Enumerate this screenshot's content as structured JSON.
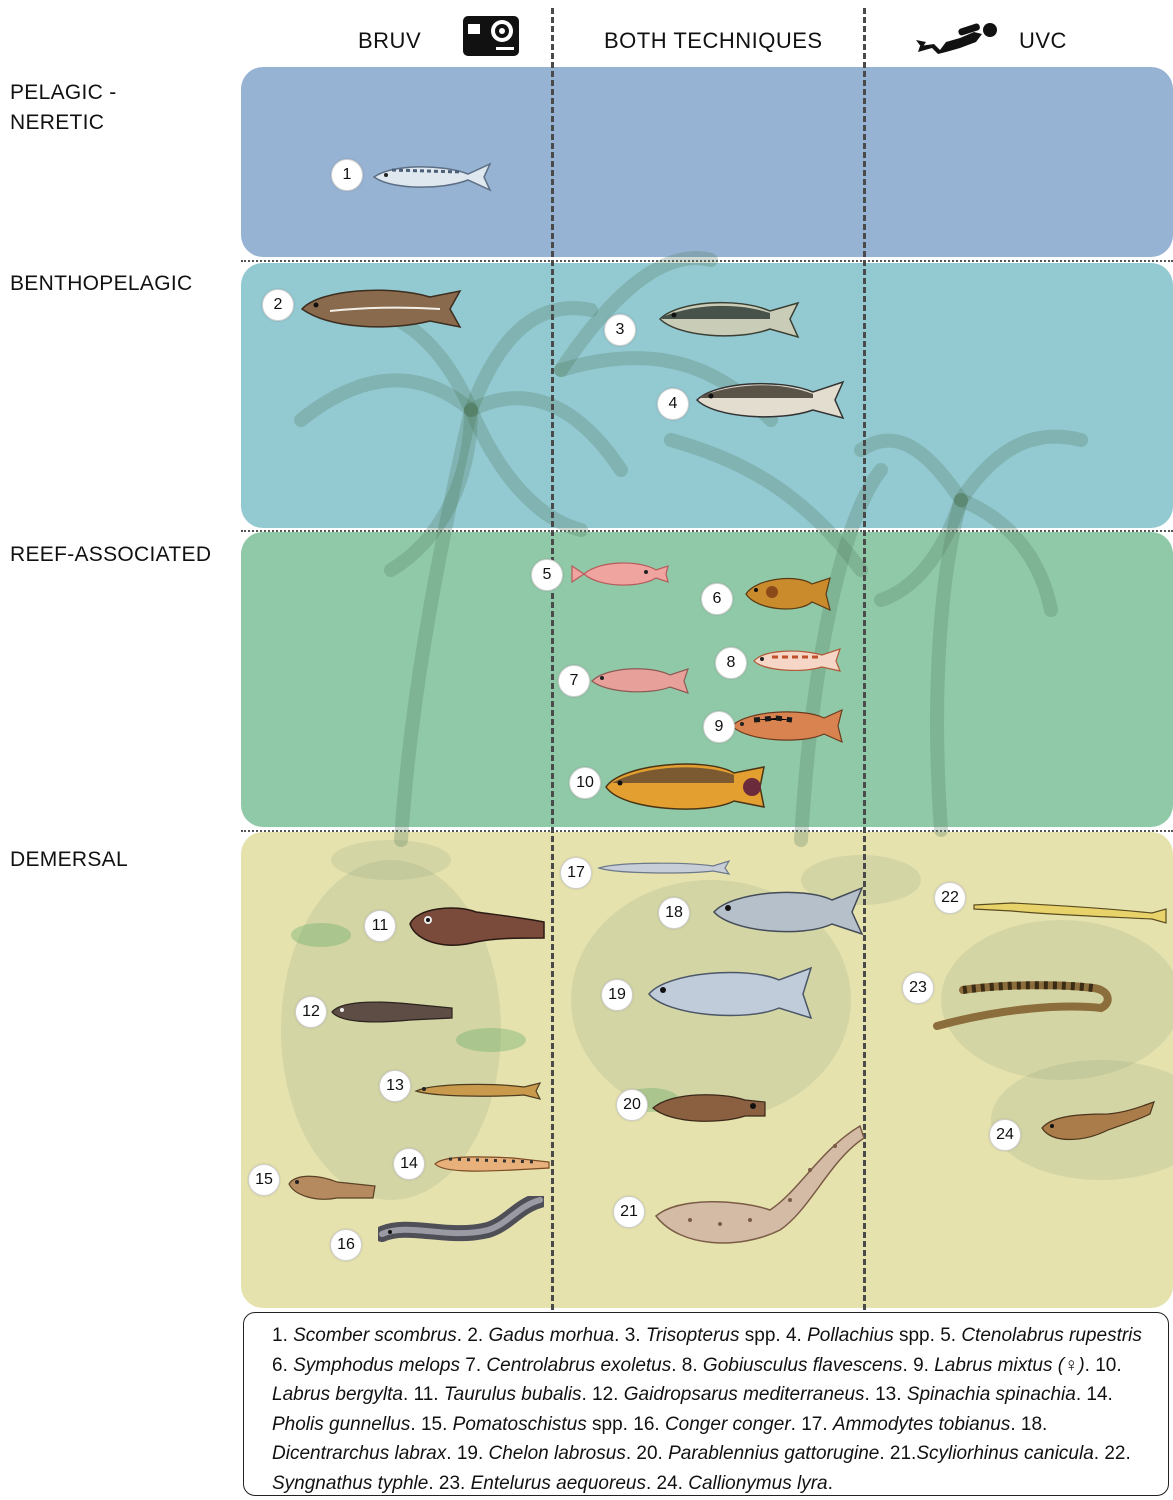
{
  "columns": {
    "bruv": "BRUV",
    "both": "BOTH TECHNIQUES",
    "uvc": "UVC"
  },
  "rows": {
    "pelagic": "PELAGIC - NERETIC",
    "benthopelagic": "BENTHOPELAGIC",
    "reef": "REEF-ASSOCIATED",
    "demersal": "DEMERSAL"
  },
  "colors": {
    "pelagic": "#97b3d3",
    "benthopelagic": "#93c9d1",
    "reef": "#90c9a8",
    "demersal": "#e6e2ae",
    "kelp": "#4f7a5f"
  },
  "badges": [
    "1",
    "2",
    "3",
    "4",
    "5",
    "6",
    "7",
    "8",
    "9",
    "10",
    "11",
    "12",
    "13",
    "14",
    "15",
    "16",
    "17",
    "18",
    "19",
    "20",
    "21",
    "22",
    "23",
    "24"
  ],
  "legend": [
    {
      "n": "1. ",
      "sp": "Scomber scombrus",
      "tail": ". "
    },
    {
      "n": "2. ",
      "sp": "Gadus morhua",
      "tail": ". "
    },
    {
      "n": "3. ",
      "sp": "Trisopterus",
      "tail": " spp. "
    },
    {
      "n": "4. ",
      "sp": "Pollachius",
      "tail": " spp. "
    },
    {
      "n": "5. ",
      "sp": "Ctenolabrus rupestris",
      "tail": " "
    },
    {
      "n": "6. ",
      "sp": "Symphodus melops",
      "tail": " "
    },
    {
      "n": "7. ",
      "sp": "Centrolabrus exoletus",
      "tail": ". "
    },
    {
      "n": "8. ",
      "sp": "Gobiusculus flavescens",
      "tail": ". "
    },
    {
      "n": "9. ",
      "sp": "Labrus mixtus (♀)",
      "tail": ". "
    },
    {
      "n": "10. ",
      "sp": "Labrus bergylta",
      "tail": ". "
    },
    {
      "n": "11. ",
      "sp": "Taurulus bubalis",
      "tail": ". "
    },
    {
      "n": "12. ",
      "sp": "Gaidropsarus mediterraneus",
      "tail": ". "
    },
    {
      "n": "13. ",
      "sp": "Spinachia spinachia",
      "tail": ". "
    },
    {
      "n": "14. ",
      "sp": "Pholis gunnellus",
      "tail": ". "
    },
    {
      "n": "15. ",
      "sp": "Pomatoschistus",
      "tail": " spp. "
    },
    {
      "n": "16. ",
      "sp": "Conger conger",
      "tail": ". "
    },
    {
      "n": "17. ",
      "sp": "Ammodytes tobianus",
      "tail": ". "
    },
    {
      "n": "18. ",
      "sp": "Dicentrarchus labrax",
      "tail": ". "
    },
    {
      "n": "19. ",
      "sp": "Chelon labrosus",
      "tail": ". "
    },
    {
      "n": "20. ",
      "sp": "Parablennius gattorugine",
      "tail": ". "
    },
    {
      "n": "21.",
      "sp": "Scyliorhinus canicula",
      "tail": ". "
    },
    {
      "n": "22. ",
      "sp": "Syngnathus typhle",
      "tail": ". "
    },
    {
      "n": "23. ",
      "sp": "Entelurus aequoreus",
      "tail": ". "
    },
    {
      "n": "24. ",
      "sp": "Callionymus lyra",
      "tail": "."
    }
  ]
}
